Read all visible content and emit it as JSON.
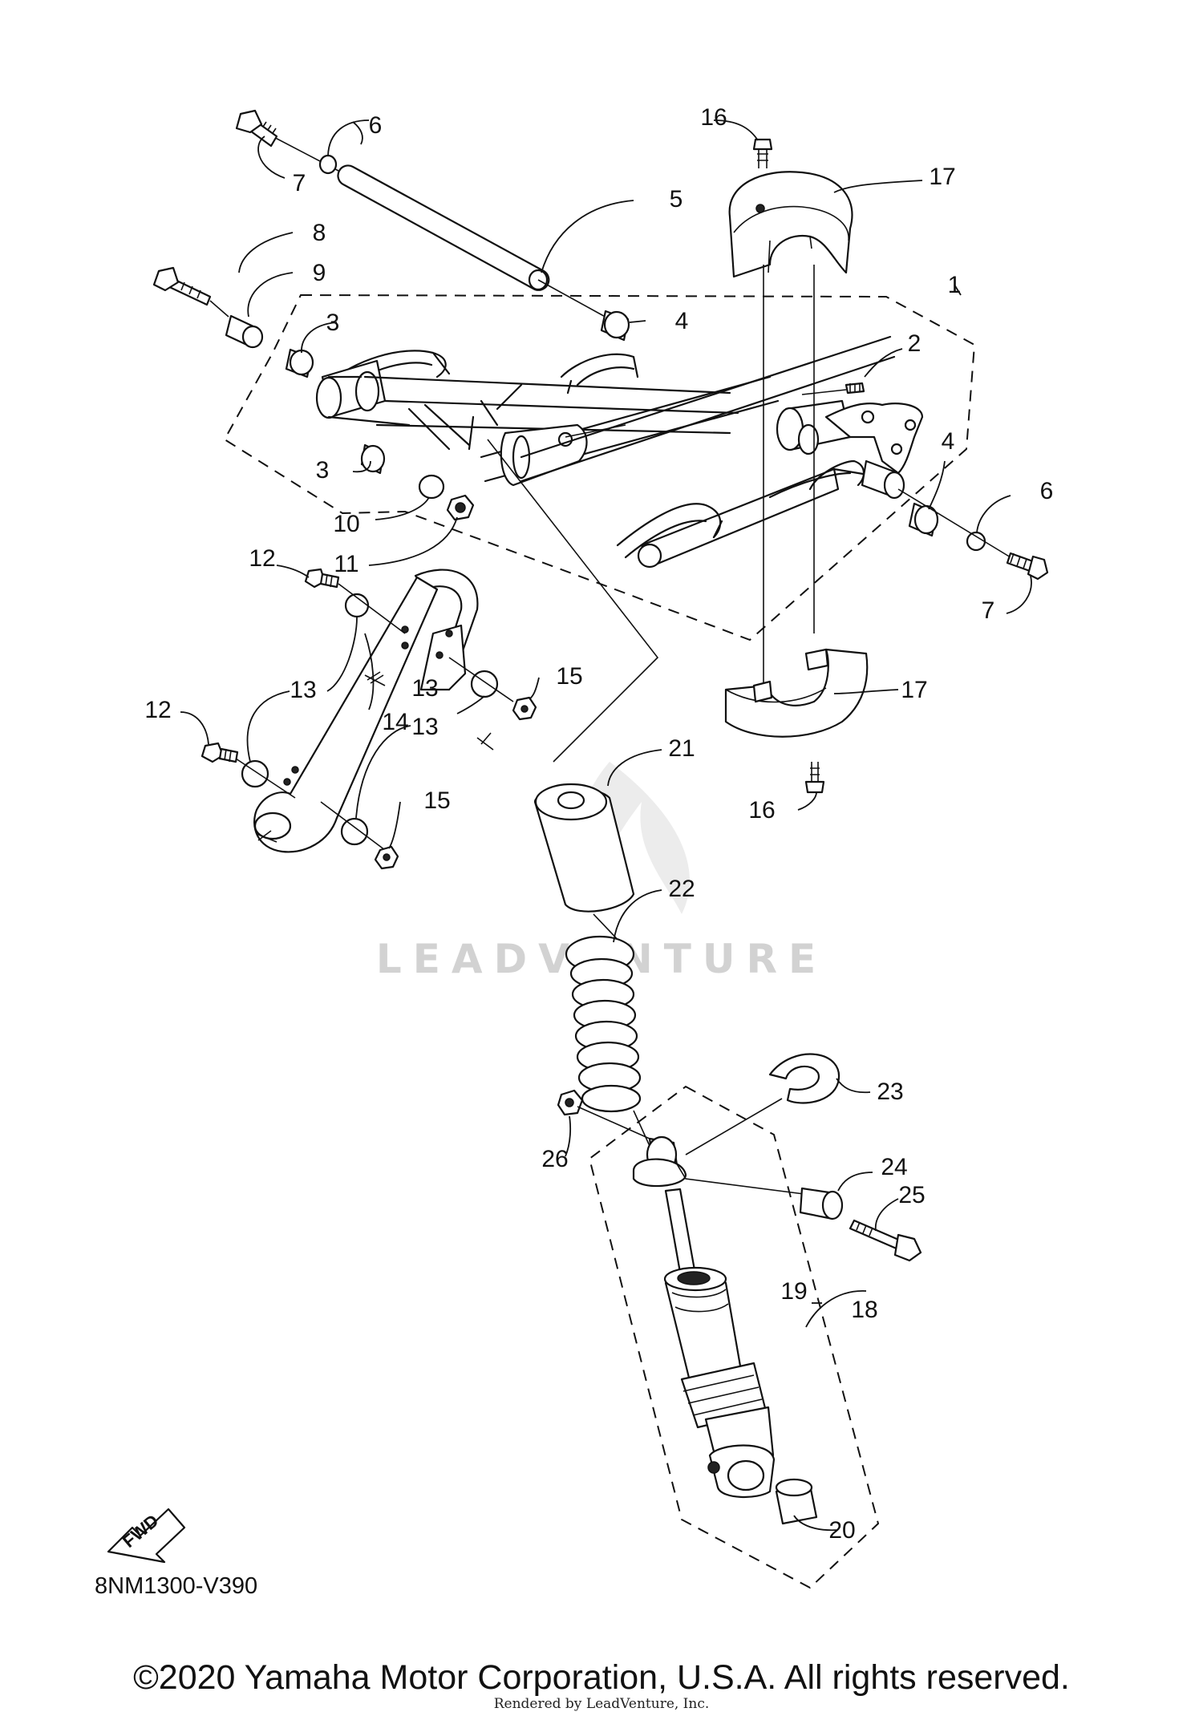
{
  "diagram_code": "8NM1300-V390",
  "copyright": "©2020 Yamaha Motor Corporation, U.S.A. All rights reserved.",
  "rendered_by": "Rendered by LeadVenture, Inc.",
  "watermark": "LEADVENTURE",
  "fwd_label": "FWD",
  "callouts": [
    "1",
    "2",
    "3",
    "3",
    "4",
    "4",
    "5",
    "6",
    "6",
    "7",
    "7",
    "8",
    "9",
    "10",
    "11",
    "12",
    "12",
    "13",
    "13",
    "13",
    "14",
    "15",
    "15",
    "16",
    "16",
    "17",
    "17",
    "18",
    "19",
    "20",
    "21",
    "22",
    "23",
    "24",
    "25",
    "26"
  ]
}
